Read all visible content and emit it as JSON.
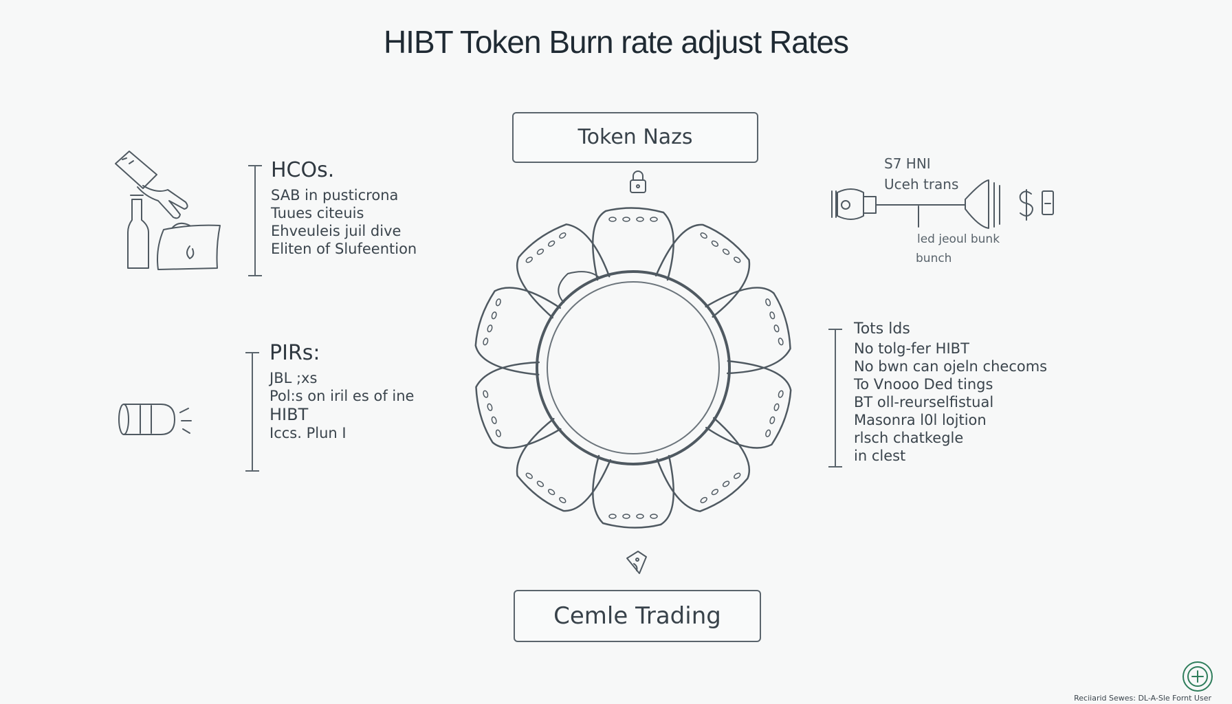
{
  "title": "HIBT Token Burn rate adjust Rates",
  "boxes": {
    "top": "Token Nazs",
    "bottom": "Cemle Trading"
  },
  "left_top": {
    "heading": "HCOs.",
    "lines": [
      "SAB in pusticrona",
      "Tuues citeuis",
      "Ehveuleis juil dive",
      "Eliten of Slufeention"
    ]
  },
  "left_bottom": {
    "heading": "PIRs:",
    "lines": [
      "JBL ;xs",
      "Pol:s on iril es of ine",
      "HIBT",
      "Iccs. Plun I"
    ]
  },
  "right_top": {
    "label_1": "S7 HNI",
    "label_2": "Uceh trans",
    "label_3": "led jeoul bunk",
    "label_4": "bunch"
  },
  "right_bottom": {
    "heading": "Tots lds",
    "lines": [
      "No tolg-fer HIBT",
      "No bwn can ojeln checoms",
      "To Vnooo Ded tings",
      "BT oll-reurselfistual",
      "Masonra l0l lojtion",
      "rlsch chatkegle",
      "in clest"
    ]
  },
  "footer": "Reciiarid Sewes: DL-A-Sle Fornt User",
  "icons": {
    "hand": "hand-pouring-icon",
    "bottle": "bottle-icon",
    "bag": "bag-icon",
    "can": "can-icon",
    "lock": "lock-icon",
    "pipe": "pipe-valve-icon",
    "dollar": "dollar-icon",
    "tag": "tag-icon",
    "wheel": "petal-wheel-icon",
    "emblem": "emblem-icon"
  },
  "colors": {
    "ink": "#4a545c",
    "background": "#f7f8f8",
    "emblem": "#2e7d5b"
  }
}
